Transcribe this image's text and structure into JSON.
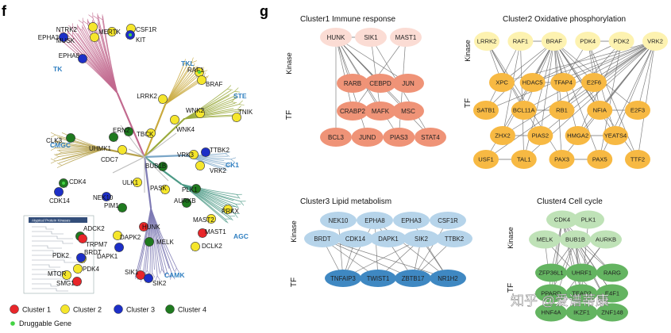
{
  "panel_f": {
    "letter": "f",
    "families": [
      {
        "id": "tk",
        "label": "TK",
        "color": "#c26a8f",
        "label_color": "#2f7fc1"
      },
      {
        "id": "tkl",
        "label": "TKL",
        "color": "#c9a93d",
        "label_color": "#2f7fc1"
      },
      {
        "id": "ste",
        "label": "STE",
        "color": "#9aaa3c",
        "label_color": "#2f7fc1"
      },
      {
        "id": "cmgc",
        "label": "CMGC",
        "color": "#b7a24e",
        "label_color": "#2f7fc1"
      },
      {
        "id": "ck1",
        "label": "CK1",
        "color": "#7aa6c8",
        "label_color": "#2f7fc1"
      },
      {
        "id": "agc",
        "label": "AGC",
        "color": "#4c9a86",
        "label_color": "#2f7fc1"
      },
      {
        "id": "camk",
        "label": "CAMK",
        "color": "#7e7ab4",
        "label_color": "#2f7fc1"
      }
    ],
    "kinases": [
      {
        "name": "NTRK2",
        "cluster": 2
      },
      {
        "name": "MUSK",
        "cluster": 2
      },
      {
        "name": "MERTK",
        "cluster": 2
      },
      {
        "name": "CSF1R",
        "cluster": 2
      },
      {
        "name": "KIT",
        "cluster": 3
      },
      {
        "name": "EPHA3",
        "cluster": 3
      },
      {
        "name": "EPHA8",
        "cluster": 3
      },
      {
        "name": "RAF1",
        "cluster": 2
      },
      {
        "name": "BRAF",
        "cluster": 2
      },
      {
        "name": "LRRK2",
        "cluster": 2
      },
      {
        "name": "TNIK",
        "cluster": 2
      },
      {
        "name": "WNK2",
        "cluster": 2
      },
      {
        "name": "WNK4",
        "cluster": 2
      },
      {
        "name": "ERN2",
        "cluster": 4
      },
      {
        "name": "TBCK",
        "cluster": 2
      },
      {
        "name": "CLK3",
        "cluster": 4
      },
      {
        "name": "UHMK1",
        "cluster": 4
      },
      {
        "name": "CDC7",
        "cluster": 2
      },
      {
        "name": "CDK4",
        "cluster": 4
      },
      {
        "name": "CDK14",
        "cluster": 3
      },
      {
        "name": "TTBK2",
        "cluster": 3
      },
      {
        "name": "VRK3",
        "cluster": 2
      },
      {
        "name": "VRK2",
        "cluster": 2
      },
      {
        "name": "BUB1B",
        "cluster": 4
      },
      {
        "name": "ULK1",
        "cluster": 2
      },
      {
        "name": "NEK10",
        "cluster": 3
      },
      {
        "name": "PIM1",
        "cluster": 4
      },
      {
        "name": "PASK",
        "cluster": 2
      },
      {
        "name": "PLK1",
        "cluster": 4
      },
      {
        "name": "AURKB",
        "cluster": 4
      },
      {
        "name": "PRKX",
        "cluster": 2
      },
      {
        "name": "MAST2",
        "cluster": 2
      },
      {
        "name": "MAST1",
        "cluster": 1
      },
      {
        "name": "HUNK",
        "cluster": 1
      },
      {
        "name": "DAPK2",
        "cluster": 2
      },
      {
        "name": "MELK",
        "cluster": 4
      },
      {
        "name": "DCLK2",
        "cluster": 2
      },
      {
        "name": "DAPK1",
        "cluster": 3
      },
      {
        "name": "ADCK2",
        "cluster": 4
      },
      {
        "name": "TRPM7",
        "cluster": 1
      },
      {
        "name": "PDK2",
        "cluster": 2
      },
      {
        "name": "BRDT",
        "cluster": 3
      },
      {
        "name": "PDK4",
        "cluster": 2
      },
      {
        "name": "MTOR",
        "cluster": 2
      },
      {
        "name": "SMG1",
        "cluster": 1
      },
      {
        "name": "SIK1",
        "cluster": 1
      },
      {
        "name": "SIK2",
        "cluster": 3
      }
    ],
    "druggable": [
      "KIT",
      "RAF1",
      "CDK4"
    ],
    "atypical_box_title": "Atypical Protein Kinases",
    "legend": [
      {
        "label": "Cluster 1",
        "color": "#e8262a"
      },
      {
        "label": "Cluster 2",
        "color": "#f5e62c"
      },
      {
        "label": "Cluster 3",
        "color": "#1d2fc7"
      },
      {
        "label": "Cluster 4",
        "color": "#1f7a1f"
      }
    ],
    "druggable_label": "Druggable Gene",
    "druggable_color": "#43d343"
  },
  "panel_g": {
    "letter": "g",
    "kinase_label": "Kinase",
    "tf_label": "TF",
    "clusters": [
      {
        "id": "c1",
        "title": "Cluster1   Immune response",
        "kinase_color": "#fbdcd4",
        "tf_color": "#ef9377",
        "kinases": [
          "HUNK",
          "SIK1",
          "MAST1"
        ],
        "tfs": [
          [
            "RARB",
            "CEBPD",
            "JUN"
          ],
          [
            "CRABP2",
            "MAFK",
            "MSC"
          ],
          [
            "BCL3",
            "JUND",
            "PIAS3",
            "STAT4"
          ]
        ]
      },
      {
        "id": "c2",
        "title": "Cluster2   Oxidative phosphorylation",
        "kinase_color": "#fdf2b0",
        "tf_color": "#f7b943",
        "kinases": [
          "LRRK2",
          "RAF1",
          "BRAF",
          "PDK4",
          "PDK2",
          "VRK2"
        ],
        "tfs": [
          [
            "XPC",
            "HDAC5",
            "TFAP4",
            "E2F6"
          ],
          [
            "SATB1",
            "BCL11A",
            "RB1",
            "NFIA",
            "E2F3"
          ],
          [
            "ZHX2",
            "PIAS2",
            "HMGA2",
            "YEATS4"
          ],
          [
            "USF1",
            "TAL1",
            "PAX3",
            "PAX5",
            "TTF2"
          ]
        ]
      },
      {
        "id": "c3",
        "title": "Cluster3   Lipid metabolism",
        "kinase_color": "#b6d4ea",
        "tf_color": "#3f88c2",
        "kinases": [
          [
            "NEK10",
            "EPHA8",
            "EPHA3",
            "CSF1R"
          ],
          [
            "BRDT",
            "CDK14",
            "DAPK1",
            "SIK2",
            "TTBK2"
          ]
        ],
        "tfs": [
          "TNFAIP3",
          "TWIST1",
          "ZBTB17",
          "NR1H2"
        ]
      },
      {
        "id": "c4",
        "title": "Cluster4   Cell cycle",
        "kinase_color": "#bfe2b7",
        "tf_color": "#64b461",
        "kinases": [
          [
            "CDK4",
            "PLK1"
          ],
          [
            "MELK",
            "BUB1B",
            "AURKB"
          ]
        ],
        "tfs": [
          [
            "ZFP36L1",
            "UHRF1",
            "RARG"
          ],
          [
            "PPARD",
            "TEAD2",
            "E4F1"
          ],
          [
            "HNF4A",
            "IKZF1",
            "ZNF148"
          ]
        ]
      }
    ]
  },
  "watermark": "知乎 @爱谱蒂康"
}
